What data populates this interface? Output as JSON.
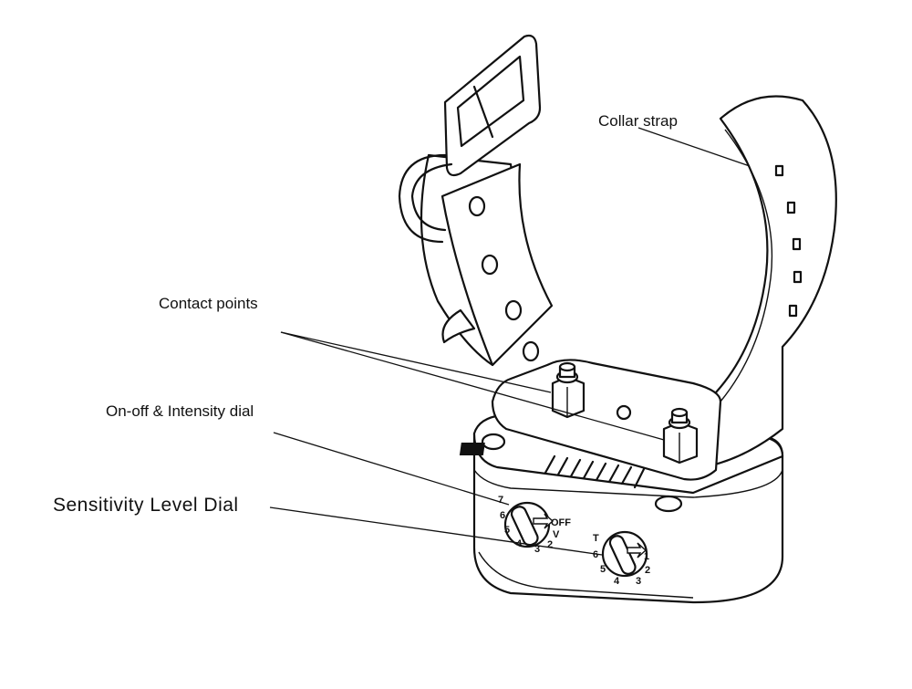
{
  "labels": {
    "collar_strap": "Collar strap",
    "contact_points": "Contact points",
    "intensity_dial": "On-off & Intensity dial",
    "sensitivity_dial": "Sensitivity Level Dial"
  },
  "left_dial": {
    "numbers": [
      "7",
      "6",
      "5",
      "4",
      "3",
      "2"
    ],
    "off_label": "OFF",
    "v_label": "V"
  },
  "right_dial": {
    "t_label": "T",
    "numbers": [
      "6",
      "5",
      "4",
      "3",
      "2",
      "1"
    ]
  },
  "icons": [
    "buckle-icon",
    "arrow-icon"
  ],
  "colors": {
    "ink": "#111111",
    "background": "#ffffff"
  }
}
